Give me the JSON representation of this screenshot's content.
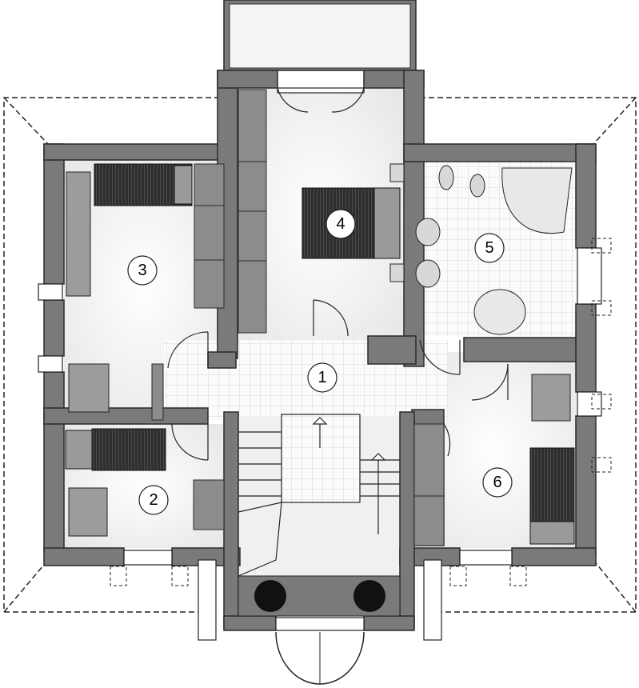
{
  "plan": {
    "rooms": [
      {
        "id": "r1",
        "number": "1",
        "kind": "hall"
      },
      {
        "id": "r2",
        "number": "2",
        "kind": "bedroom"
      },
      {
        "id": "r3",
        "number": "3",
        "kind": "bedroom"
      },
      {
        "id": "r4",
        "number": "4",
        "kind": "master-bedroom"
      },
      {
        "id": "r5",
        "number": "5",
        "kind": "bathroom"
      },
      {
        "id": "r6",
        "number": "6",
        "kind": "bedroom"
      }
    ],
    "colors": {
      "wall": "#7a7a7a",
      "wall_edge": "#2a2a2a",
      "floor": "#f2f2f2",
      "tile_floor": "#fbfbfb",
      "tile_line": "#cfcfcf",
      "furniture": "#8c8c8c",
      "bed_cover": "#2e2e2e",
      "outline": "#1a1a1a"
    }
  }
}
